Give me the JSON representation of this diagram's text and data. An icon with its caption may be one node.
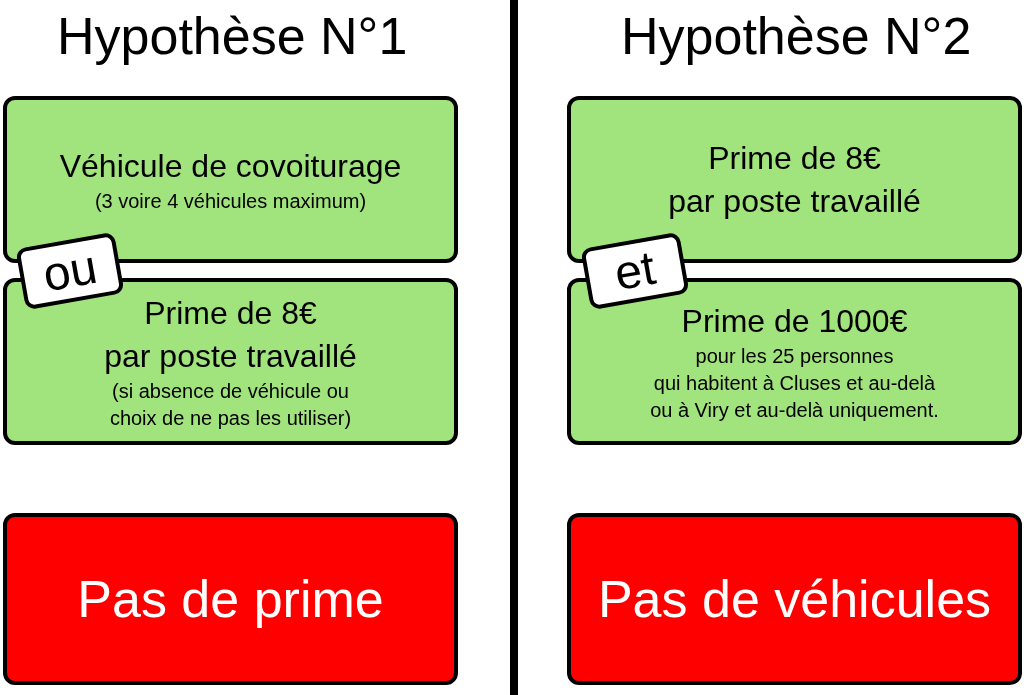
{
  "diagram": {
    "nodes": [
      {
        "text": [
          "Véhicule de covoiturage",
          "(3 voire 4 véhicules maximum)"
        ]
      },
      {
        "text": [
          "ou"
        ]
      },
      {
        "text": [
          "Prime de 8€ par poste travaillé",
          "(si absence de véhicule ou choix de ne pas les utiliser)"
        ]
      },
      {
        "text": [
          "Pas de prime"
        ]
      },
      {
        "text": [
          "Prime de 8€ par poste travaillé"
        ]
      },
      {
        "text": [
          "et"
        ]
      },
      {
        "text": [
          "Prime de 1000€",
          "pour les 25 personnes qui habitent à Cluses et au-delà ou à Viry et au-delà uniquement."
        ]
      },
      {
        "text": [
          "Pas de véhicules"
        ]
      }
    ],
    "labels": [
      "Hypothèse N°1",
      "Hypothèse N°2"
    ]
  }
}
